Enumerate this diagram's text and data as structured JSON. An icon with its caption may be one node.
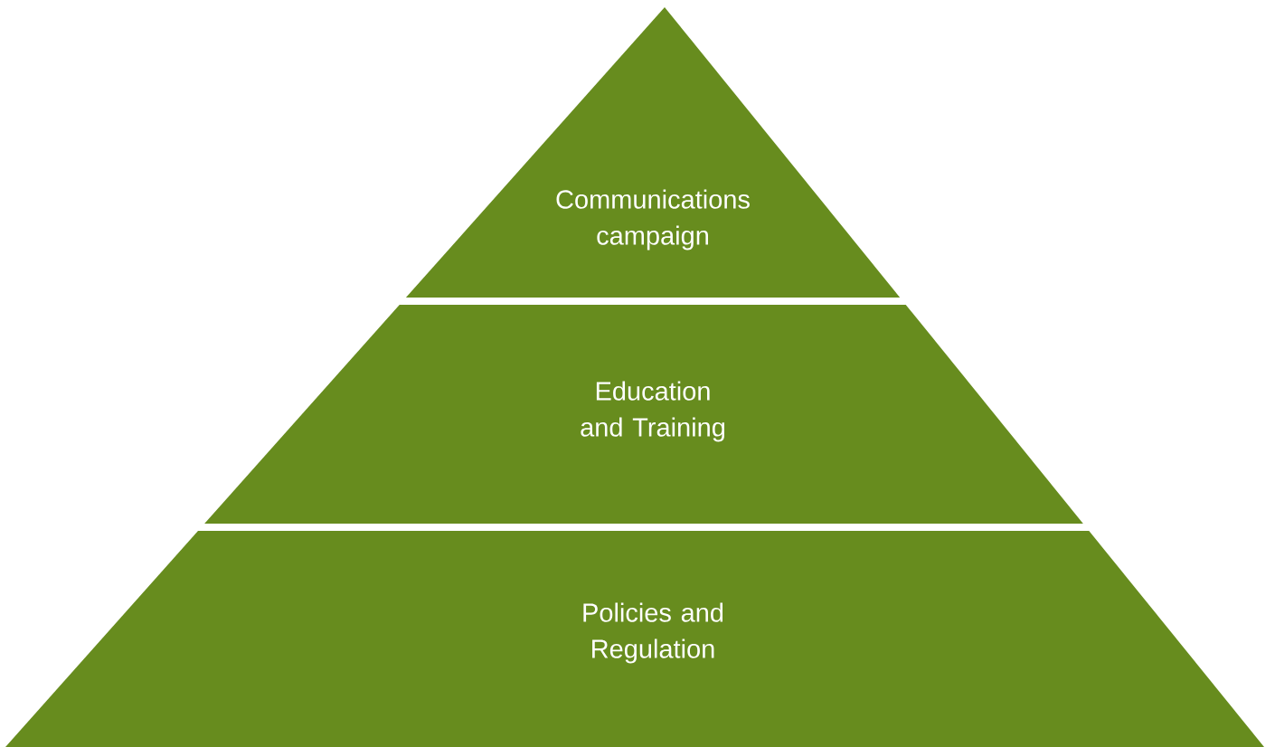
{
  "diagram": {
    "nodes": [
      {
        "text": [
          "Communications campaign"
        ]
      },
      {
        "text": [
          "Education and Training"
        ]
      },
      {
        "text": [
          "Policies and Regulation"
        ]
      }
    ]
  }
}
